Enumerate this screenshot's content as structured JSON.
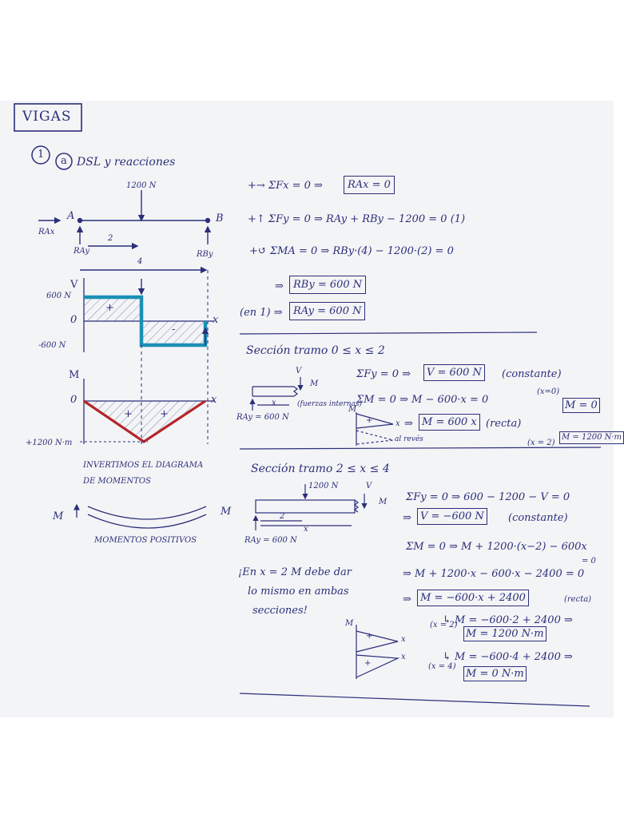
{
  "title": "VIGAS",
  "heading": {
    "num": "1",
    "letter": "a",
    "text": "DSL y reacciones"
  },
  "beam": {
    "load": "1200 N",
    "pt_a": "A",
    "pt_b": "B",
    "rax": "RAx",
    "dist_2": "2",
    "dist_4": "4",
    "ray": "RAy",
    "rby": "RBy"
  },
  "shear": {
    "axis": "V",
    "x": "x",
    "top": "600 N",
    "zero": "0",
    "bottom": "-600 N",
    "plus": "+",
    "minus": "-"
  },
  "moment": {
    "axis": "M",
    "x": "x",
    "zero": "0",
    "bottom": "+1200 N·m",
    "plus": "+"
  },
  "notes": {
    "invert_1": "INVERTIMOS EL DIAGRAMA",
    "invert_2": "DE MOMENTOS",
    "m_left": "M",
    "m_right": "M",
    "positive": "MOMENTOS POSITIVOS"
  },
  "equations": {
    "eq1": "+→ ΣFx = 0 ⇒",
    "eq1_box": "RAx = 0",
    "eq2": "+↑ ΣFy = 0 ⇒ RAy + RBy − 1200 = 0 (1)",
    "eq3": "+↺ ΣMA = 0 ⇒ RBy·(4) − 1200·(2) = 0",
    "eq4": "⇒",
    "eq4_box": "RBy = 600 N",
    "eq5": "(en 1) ⇒",
    "eq5_box": "RAy = 600 N"
  },
  "section1": {
    "title": "Sección tramo 0 ≤ x ≤ 2",
    "vy": "V",
    "m": "M",
    "x": "x",
    "ray": "RAy = 600 N",
    "internal": "(fuerzas internas)",
    "fy": "ΣFy = 0 ⇒",
    "fy_box": "V = 600 N",
    "fy_note": "(constante)",
    "mom": "ΣM = 0 ⇒ M − 600·x = 0",
    "mom_note_a": "(x=0)",
    "mom_box_a": "M = 0",
    "mom2": "⇒",
    "mom_box_b": "M = 600 x",
    "mom_note_b": "(recta)",
    "graph_m": "M",
    "graph_plus": "+",
    "graph_x": "x",
    "al_reves": "al revés",
    "x2": "(x = 2)",
    "m1200": "M = 1200 N·m"
  },
  "section2": {
    "title": "Sección tramo 2 ≤ x ≤ 4",
    "load": "1200 N",
    "vy": "V",
    "m": "M",
    "d2": "2",
    "x": "x",
    "ray": "RAy = 600 N",
    "fy": "ΣFy = 0 ⇒ 600 − 1200 − V = 0",
    "fy2": "⇒",
    "fy_box": "V = −600 N",
    "fy_note": "(constante)",
    "mom": "ΣM = 0 ⇒ M + 1200·(x−2) − 600x",
    "mom_eq0": "= 0",
    "mom2": "⇒ M + 1200·x − 600·x − 2400 = 0",
    "mom3": "⇒",
    "mom_box": "M = −600·x + 2400",
    "mom_note": "(recta)",
    "calc1": "↳ M = −600·2 + 2400 ⇒",
    "x2": "(x = 2)",
    "box1": "M = 1200 N·m",
    "calc2": "↳ M = −600·4 + 2400 ⇒",
    "x4": "(x = 4)",
    "box2": "M = 0 N·m",
    "note1": "¡En x = 2 M debe dar",
    "note2": "lo mismo en ambas",
    "note3": "secciones!",
    "g_m": "M",
    "g_x": "x",
    "g_plus": "+"
  }
}
